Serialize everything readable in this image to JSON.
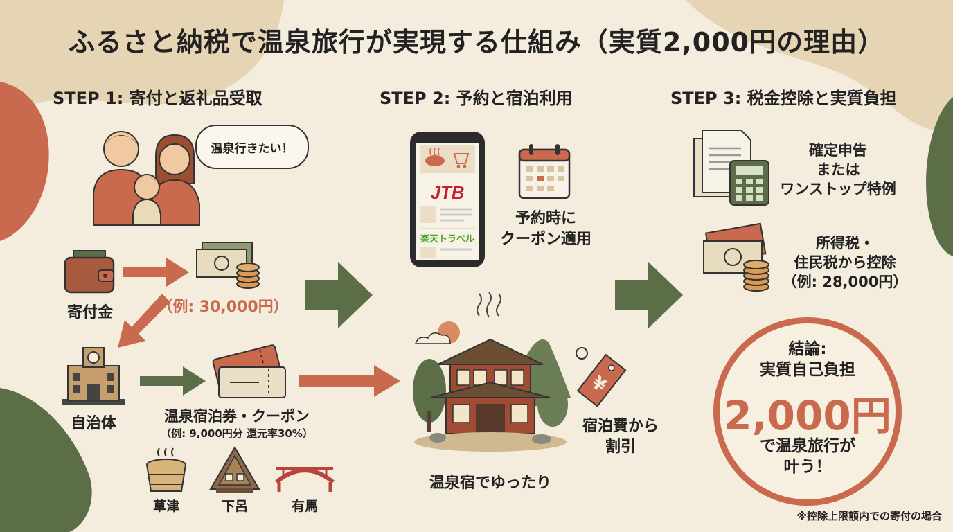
{
  "title": "ふるさと納税で温泉旅行が実現する仕組み（実質2,000円の理由）",
  "colors": {
    "background": "#f4ecdc",
    "accent_red": "#c96a4f",
    "accent_green": "#5b6e48",
    "sand": "#e6d5b4"
  },
  "steps": {
    "step1": {
      "heading": "STEP 1: 寄付と返礼品受取",
      "bubble": "温泉行きたい！",
      "donation_label": "寄付金",
      "amount_label": "（例: 30,000円）",
      "municipality_label": "自治体",
      "coupon_label": "温泉宿泊券・クーポン",
      "coupon_detail": "（例: 9,000円分 還元率30%）",
      "onsen_areas": [
        "草津",
        "下呂",
        "有馬"
      ]
    },
    "step2": {
      "heading": "STEP 2: 予約と宿泊利用",
      "phone_brand_1": "JTB",
      "phone_brand_2": "楽天トラベル",
      "calendar_label_1": "予約時に",
      "calendar_label_2": "クーポン適用",
      "ryokan_label": "温泉宿でゆったり",
      "discount_label_1": "宿泊費から",
      "discount_label_2": "割引"
    },
    "step3": {
      "heading": "STEP 3: 税金控除と実質負担",
      "filing_1": "確定申告",
      "filing_2": "または",
      "filing_3": "ワンストップ特例",
      "deduction_1": "所得税・",
      "deduction_2": "住民税から控除",
      "deduction_3": "（例: 28,000円）",
      "conclusion": {
        "line1": "結論:",
        "line2": "実質自己負担",
        "amount": "2,000円",
        "line3": "で温泉旅行が",
        "line4": "叶う！"
      },
      "footnote": "※控除上限額内での寄付の場合"
    }
  }
}
